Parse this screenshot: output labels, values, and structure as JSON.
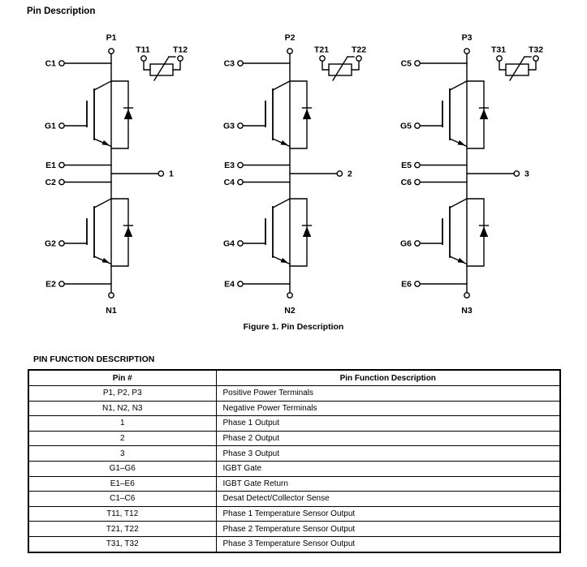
{
  "page": {
    "title": "Pin Description",
    "figure_caption": "Figure 1. Pin Description",
    "table_title": "PIN FUNCTION DESCRIPTION"
  },
  "circuits": [
    {
      "p": "P1",
      "n": "N1",
      "c_top": "C1",
      "g_top": "G1",
      "e_top": "E1",
      "c_bot": "C2",
      "g_bot": "G2",
      "e_bot": "E2",
      "out": "1",
      "t1": "T11",
      "t2": "T12"
    },
    {
      "p": "P2",
      "n": "N2",
      "c_top": "C3",
      "g_top": "G3",
      "e_top": "E3",
      "c_bot": "C4",
      "g_bot": "G4",
      "e_bot": "E4",
      "out": "2",
      "t1": "T21",
      "t2": "T22"
    },
    {
      "p": "P3",
      "n": "N3",
      "c_top": "C5",
      "g_top": "G5",
      "e_top": "E5",
      "c_bot": "C6",
      "g_bot": "G6",
      "e_bot": "E6",
      "out": "3",
      "t1": "T31",
      "t2": "T32"
    }
  ],
  "table": {
    "headers": [
      "Pin #",
      "Pin Function Description"
    ],
    "rows": [
      [
        "P1, P2, P3",
        "Positive Power Terminals"
      ],
      [
        "N1, N2, N3",
        "Negative Power Terminals"
      ],
      [
        "1",
        "Phase 1 Output"
      ],
      [
        "2",
        "Phase 2 Output"
      ],
      [
        "3",
        "Phase 3 Output"
      ],
      [
        "G1–G6",
        "IGBT Gate"
      ],
      [
        "E1–E6",
        "IGBT Gate Return"
      ],
      [
        "C1–C6",
        "Desat Detect/Collector Sense"
      ],
      [
        "T11, T12",
        "Phase 1 Temperature Sensor Output"
      ],
      [
        "T21, T22",
        "Phase 2 Temperature Sensor Output"
      ],
      [
        "T31, T32",
        "Phase 3 Temperature Sensor Output"
      ]
    ]
  },
  "colors": {
    "ink": "#000000",
    "background": "#ffffff"
  }
}
